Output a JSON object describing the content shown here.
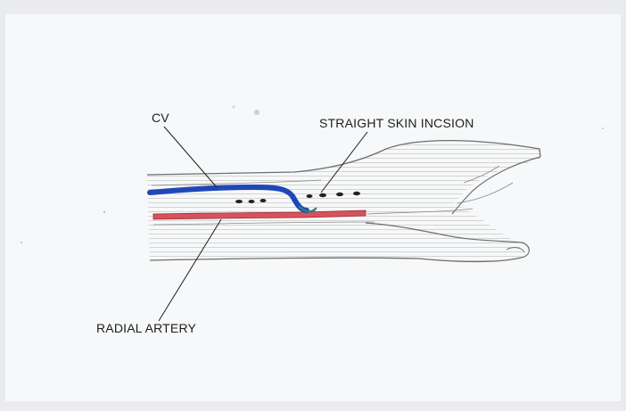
{
  "labels": {
    "cv": "CV",
    "incision": "STRAIGHT SKIN INCSION",
    "radial_artery": "RADIAL ARTERY"
  },
  "colors": {
    "paper": "#f7f8f9",
    "pencil": "#6e6e6e",
    "shading": "#b9b9b9",
    "vein": "#1f47b8",
    "artery": "#d8525e",
    "incision_dot": "#2a1f1f",
    "ink": "#1d1d1d"
  }
}
